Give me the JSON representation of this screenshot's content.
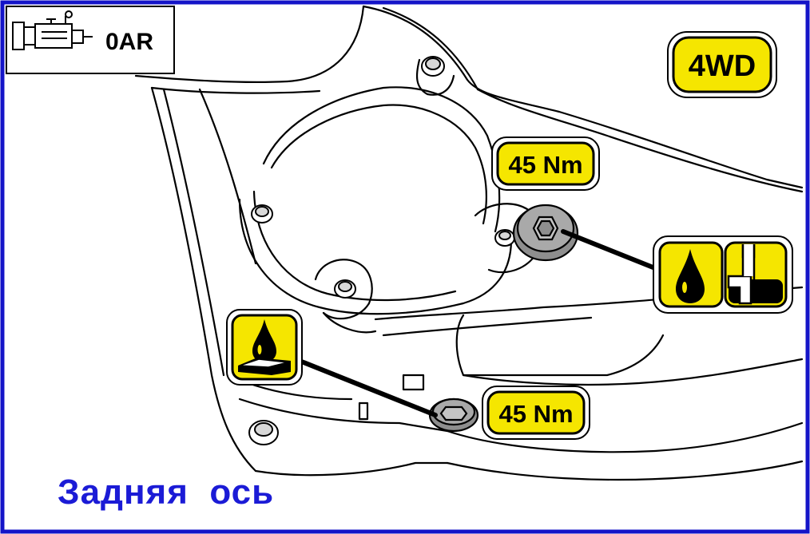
{
  "header_badge": {
    "icon": "gearbox-icon",
    "code": "0AR"
  },
  "drive_badge": {
    "label": "4WD",
    "color": "#f5e600"
  },
  "torque_labels": [
    {
      "id": "fill-plug-torque",
      "text": "45 Nm"
    },
    {
      "id": "drain-plug-torque",
      "text": "45 Nm"
    }
  ],
  "symbols": {
    "fill_level": {
      "icons": [
        "oil-drop-icon",
        "fill-level-icon"
      ]
    },
    "drain": {
      "icon": "oil-drain-icon"
    }
  },
  "caption": "Задняя  ось",
  "colors": {
    "border": "#1414c8",
    "badge_yellow": "#f5e600",
    "caption_blue": "#1b1bd6",
    "plug_gray": "#9a9a9a"
  }
}
